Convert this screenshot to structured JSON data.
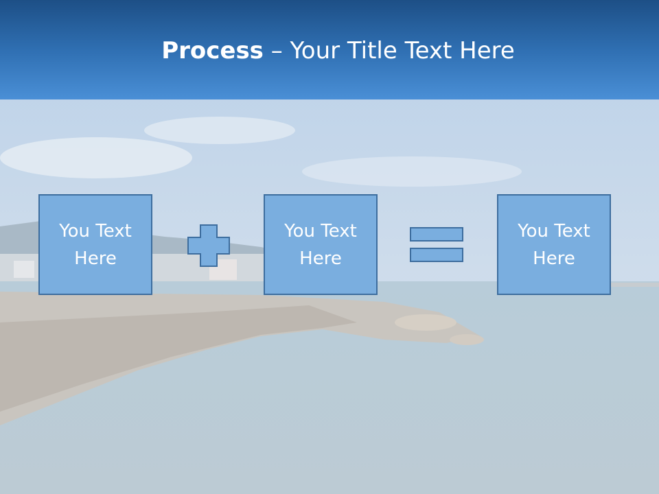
{
  "slide": {
    "title_bold": "Process",
    "title_rest": " – Your Title Text Here",
    "boxes": [
      {
        "line1": "You Text",
        "line2": "Here"
      },
      {
        "line1": "You Text",
        "line2": "Here"
      },
      {
        "line1": "You Text",
        "line2": "Here"
      }
    ],
    "operators": [
      "plus-icon",
      "equals-icon"
    ],
    "colors": {
      "header_top": "#1d4f86",
      "header_bottom": "#4a8fd6",
      "box_fill": "#7aaedf",
      "box_border": "#3d6d9e",
      "text": "#ffffff"
    }
  }
}
